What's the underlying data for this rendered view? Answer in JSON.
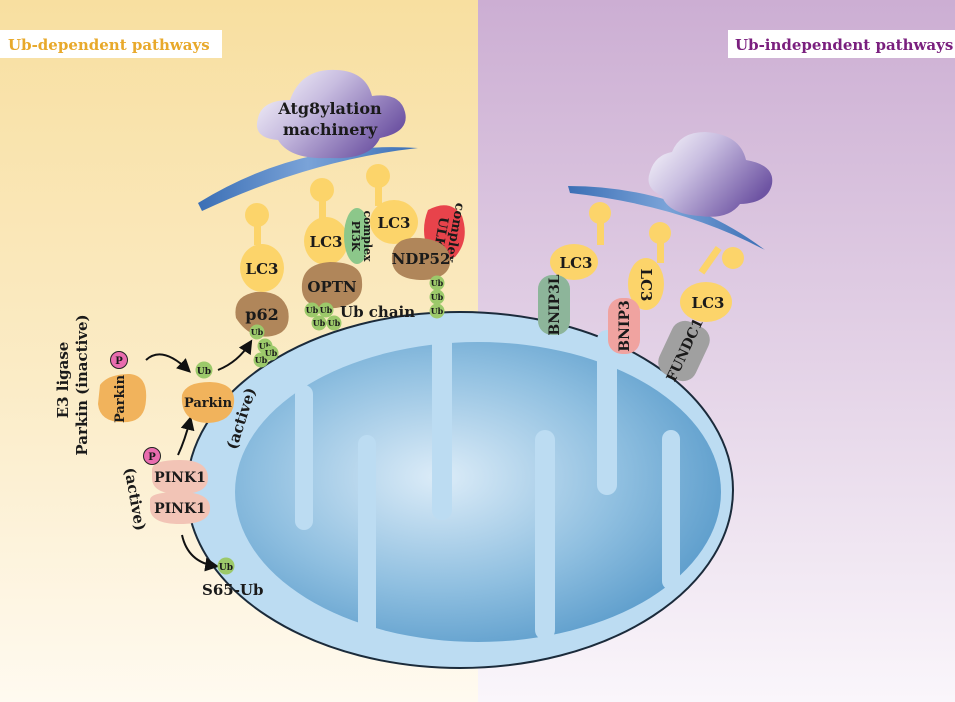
{
  "headers": {
    "left": "Ub-dependent pathways",
    "right": "Ub-independent pathways"
  },
  "colors": {
    "left_header": "#e8a92b",
    "right_header": "#7a1f7e",
    "lc3": "#fcd46a",
    "ub": "#9cc96a",
    "mito_outer": "#bcdcf2",
    "mito_inner": "#6fa9d1",
    "membrane": "#3f72b8",
    "phospho": "#e96cae"
  },
  "labels": {
    "atg8_line1": "Atg8ylation",
    "atg8_line2": "machinery",
    "lc3": "LC3",
    "p62": "p62",
    "optn": "OPTN",
    "ndp52": "NDP52",
    "pi3k_line1": "PI3K",
    "pi3k_line2": "complex",
    "ulk_line1": "ULK",
    "ulk_line2": "complex",
    "ub": "Ub",
    "ub_chain": "Ub chain",
    "p": "P",
    "e3_line1": "E3 ligase",
    "e3_line2": "Parkin (inactive)",
    "parkin": "Parkin",
    "parkin_active": "(active)",
    "pink1": "PINK1",
    "pink1_active": "(active)",
    "s65": "S65-Ub",
    "bnip3l": "BNIP3L",
    "bnip3": "BNIP3",
    "fundc1": "FUNDC1"
  }
}
